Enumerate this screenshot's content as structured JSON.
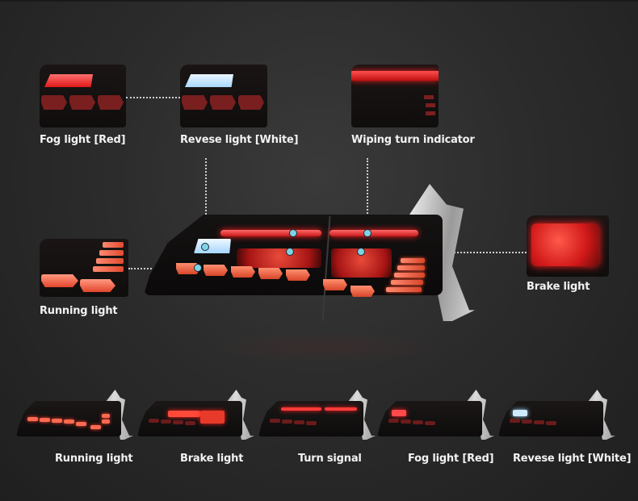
{
  "colors": {
    "background": "#2c2c2c",
    "label_text": "#f2f2f2",
    "led_red": "#e01818",
    "led_white": "#a8d8ff",
    "marker": "#7fd3e6",
    "leader_line": "#cfcfcf"
  },
  "callouts": {
    "fog_light": {
      "label": "Fog light [Red]",
      "icon": "fog-light-red-closeup"
    },
    "reverse_light": {
      "label": "Revese light [White]",
      "icon": "reverse-light-white-closeup"
    },
    "wiping_turn": {
      "label": "Wiping turn indicator",
      "icon": "turn-indicator-closeup"
    },
    "running_light": {
      "label": "Running light",
      "icon": "running-light-closeup"
    },
    "brake_light": {
      "label": "Brake light",
      "icon": "brake-light-closeup"
    }
  },
  "modes": [
    {
      "label": "Running light",
      "state": "running"
    },
    {
      "label": "Brake light",
      "state": "brake"
    },
    {
      "label": "Turn signal",
      "state": "turn"
    },
    {
      "label": "Fog light [Red]",
      "state": "fog"
    },
    {
      "label": "Revese light [White]",
      "state": "reverse"
    }
  ]
}
